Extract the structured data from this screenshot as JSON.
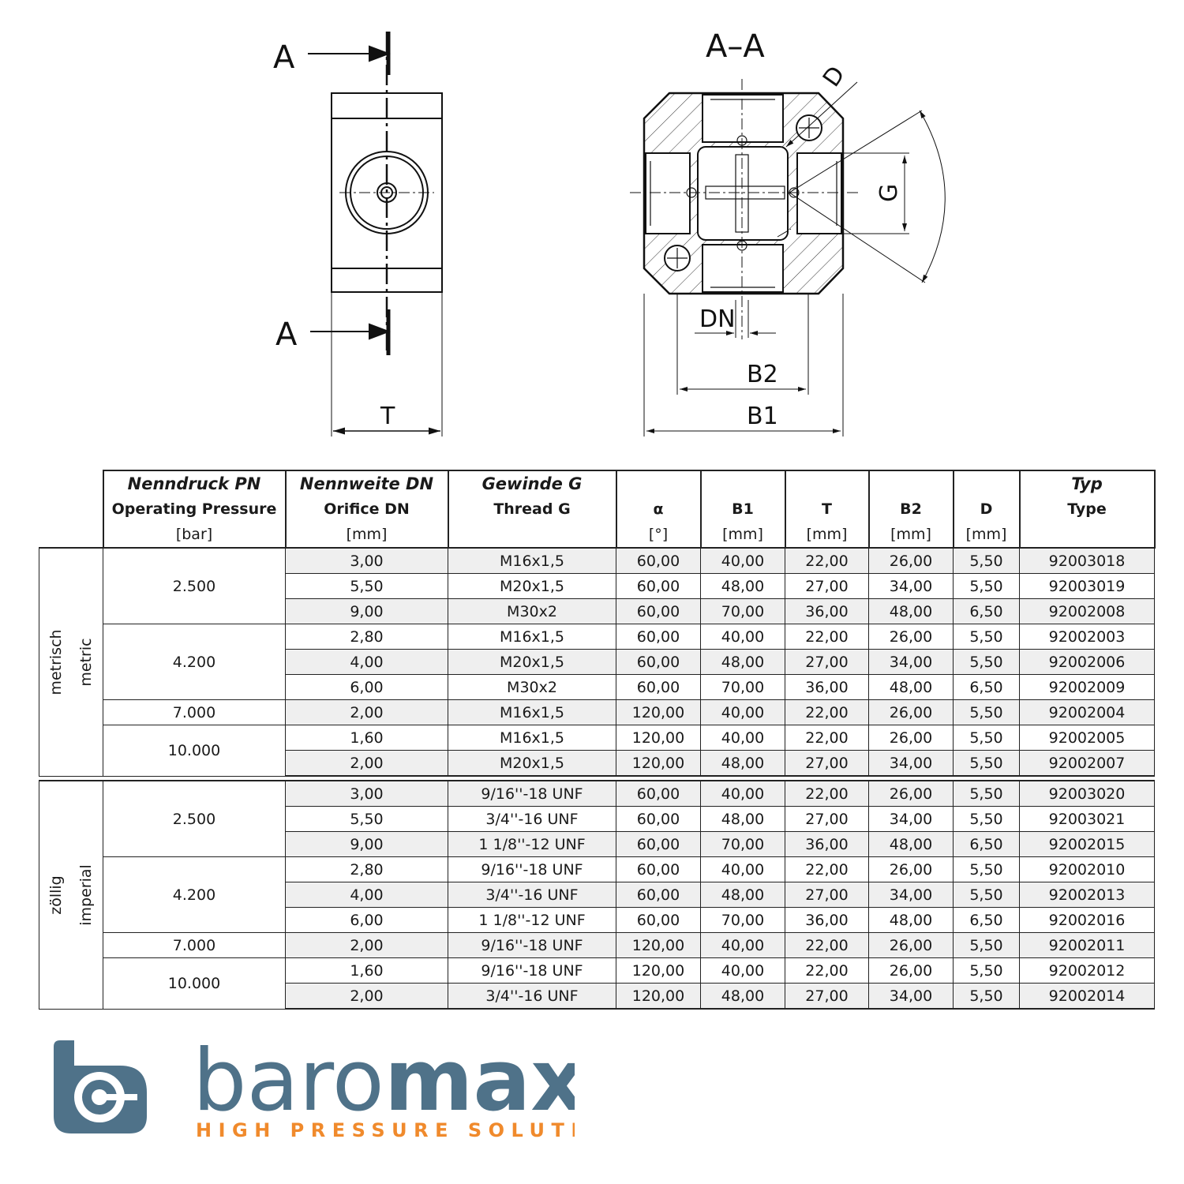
{
  "drawing": {
    "section_label": "A",
    "section_title": "A–A",
    "dim_t": "T",
    "dim_b1": "B1",
    "dim_b2": "B2",
    "dim_dn": "DN",
    "dim_g": "G",
    "dim_d": "D"
  },
  "table": {
    "headers": {
      "pn": {
        "de": "Nenndruck PN",
        "en": "Operating Pressure",
        "unit": "[bar]"
      },
      "dn": {
        "de": "Nennweite DN",
        "en": "Orifice DN",
        "unit": "[mm]"
      },
      "g": {
        "de": "Gewinde G",
        "en": "Thread G",
        "unit": ""
      },
      "alpha": {
        "en": "α",
        "unit": "[°]"
      },
      "b1": {
        "en": "B1",
        "unit": "[mm]"
      },
      "t": {
        "en": "T",
        "unit": "[mm]"
      },
      "b2": {
        "en": "B2",
        "unit": "[mm]"
      },
      "d": {
        "en": "D",
        "unit": "[mm]"
      },
      "type": {
        "de": "Typ",
        "en": "Type"
      }
    },
    "groups": [
      {
        "de": "metrisch",
        "en": "metric",
        "pressures": [
          {
            "pn": "2.500",
            "rows": [
              [
                "3,00",
                "M16x1,5",
                "60,00",
                "40,00",
                "22,00",
                "26,00",
                "5,50",
                "92003018"
              ],
              [
                "5,50",
                "M20x1,5",
                "60,00",
                "48,00",
                "27,00",
                "34,00",
                "5,50",
                "92003019"
              ],
              [
                "9,00",
                "M30x2",
                "60,00",
                "70,00",
                "36,00",
                "48,00",
                "6,50",
                "92002008"
              ]
            ]
          },
          {
            "pn": "4.200",
            "rows": [
              [
                "2,80",
                "M16x1,5",
                "60,00",
                "40,00",
                "22,00",
                "26,00",
                "5,50",
                "92002003"
              ],
              [
                "4,00",
                "M20x1,5",
                "60,00",
                "48,00",
                "27,00",
                "34,00",
                "5,50",
                "92002006"
              ],
              [
                "6,00",
                "M30x2",
                "60,00",
                "70,00",
                "36,00",
                "48,00",
                "6,50",
                "92002009"
              ]
            ]
          },
          {
            "pn": "7.000",
            "rows": [
              [
                "2,00",
                "M16x1,5",
                "120,00",
                "40,00",
                "22,00",
                "26,00",
                "5,50",
                "92002004"
              ]
            ]
          },
          {
            "pn": "10.000",
            "rows": [
              [
                "1,60",
                "M16x1,5",
                "120,00",
                "40,00",
                "22,00",
                "26,00",
                "5,50",
                "92002005"
              ],
              [
                "2,00",
                "M20x1,5",
                "120,00",
                "48,00",
                "27,00",
                "34,00",
                "5,50",
                "92002007"
              ]
            ]
          }
        ]
      },
      {
        "de": "zöllig",
        "en": "imperial",
        "pressures": [
          {
            "pn": "2.500",
            "rows": [
              [
                "3,00",
                "9/16''-18 UNF",
                "60,00",
                "40,00",
                "22,00",
                "26,00",
                "5,50",
                "92003020"
              ],
              [
                "5,50",
                "3/4''-16 UNF",
                "60,00",
                "48,00",
                "27,00",
                "34,00",
                "5,50",
                "92003021"
              ],
              [
                "9,00",
                "1 1/8''-12 UNF",
                "60,00",
                "70,00",
                "36,00",
                "48,00",
                "6,50",
                "92002015"
              ]
            ]
          },
          {
            "pn": "4.200",
            "rows": [
              [
                "2,80",
                "9/16''-18 UNF",
                "60,00",
                "40,00",
                "22,00",
                "26,00",
                "5,50",
                "92002010"
              ],
              [
                "4,00",
                "3/4''-16 UNF",
                "60,00",
                "48,00",
                "27,00",
                "34,00",
                "5,50",
                "92002013"
              ],
              [
                "6,00",
                "1 1/8''-12 UNF",
                "60,00",
                "70,00",
                "36,00",
                "48,00",
                "6,50",
                "92002016"
              ]
            ]
          },
          {
            "pn": "7.000",
            "rows": [
              [
                "2,00",
                "9/16''-18 UNF",
                "120,00",
                "40,00",
                "22,00",
                "26,00",
                "5,50",
                "92002011"
              ]
            ]
          },
          {
            "pn": "10.000",
            "rows": [
              [
                "1,60",
                "9/16''-18 UNF",
                "120,00",
                "40,00",
                "22,00",
                "26,00",
                "5,50",
                "92002012"
              ],
              [
                "2,00",
                "3/4''-16 UNF",
                "120,00",
                "48,00",
                "27,00",
                "34,00",
                "5,50",
                "92002014"
              ]
            ]
          }
        ]
      }
    ]
  },
  "logo": {
    "word_light": "baro",
    "word_bold": "max",
    "tagline": "HIGH PRESSURE SOLUTIONS",
    "brand_color": "#4f7289",
    "accent_color": "#f08a2c"
  }
}
